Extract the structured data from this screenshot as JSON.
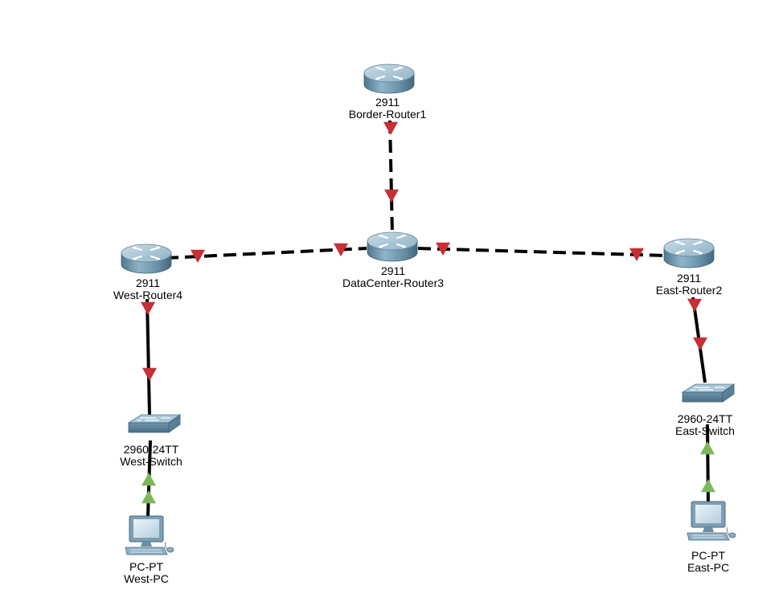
{
  "topology": {
    "devices": [
      {
        "id": "border",
        "kind": "router",
        "model": "2911",
        "name": "Border-Router1"
      },
      {
        "id": "dc",
        "kind": "router",
        "model": "2911",
        "name": "DataCenter-Router3"
      },
      {
        "id": "west",
        "kind": "router",
        "model": "2911",
        "name": "West-Router4"
      },
      {
        "id": "east",
        "kind": "router",
        "model": "2911",
        "name": "East-Router2"
      },
      {
        "id": "wsw",
        "kind": "switch",
        "model": "2960-24TT",
        "name": "West-Switch"
      },
      {
        "id": "esw",
        "kind": "switch",
        "model": "2960-24TT",
        "name": "East-Switch"
      },
      {
        "id": "wpc",
        "kind": "pc",
        "model": "PC-PT",
        "name": "West-PC"
      },
      {
        "id": "epc",
        "kind": "pc",
        "model": "PC-PT",
        "name": "East-PC"
      }
    ],
    "links": [
      {
        "from": "border",
        "to": "dc",
        "cable": "serial",
        "from_status": "down",
        "to_status": "down"
      },
      {
        "from": "west",
        "to": "dc",
        "cable": "serial",
        "from_status": "down",
        "to_status": "down"
      },
      {
        "from": "dc",
        "to": "east",
        "cable": "serial",
        "from_status": "down",
        "to_status": "down"
      },
      {
        "from": "west",
        "to": "wsw",
        "cable": "copper",
        "from_status": "down",
        "to_status": "down"
      },
      {
        "from": "east",
        "to": "esw",
        "cable": "copper",
        "from_status": "down",
        "to_status": "down"
      },
      {
        "from": "wsw",
        "to": "wpc",
        "cable": "copper",
        "from_status": "up",
        "to_status": "up"
      },
      {
        "from": "esw",
        "to": "epc",
        "cable": "copper",
        "from_status": "up",
        "to_status": "up"
      }
    ],
    "colors": {
      "link_down": "#c62f35",
      "link_up": "#7cb85a",
      "cable": "#000000",
      "device": "#7fa4bb"
    }
  }
}
